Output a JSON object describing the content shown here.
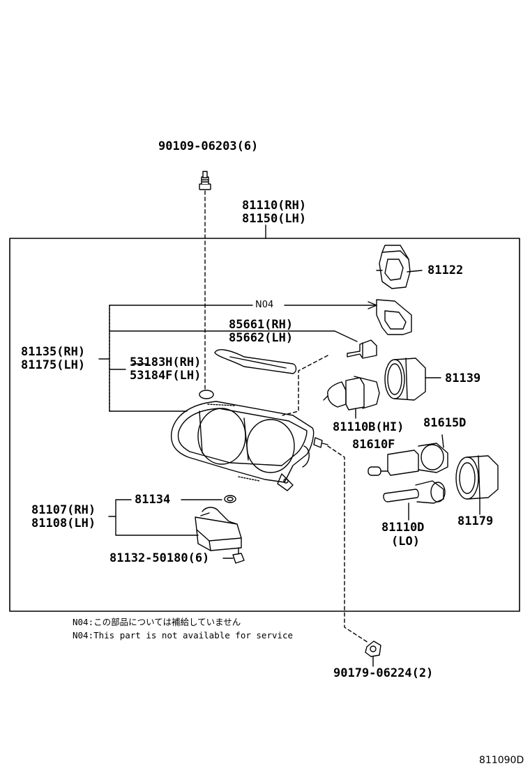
{
  "parts": {
    "bolt_top": "90109-06203(6)",
    "unit_rh": "81110(RH)",
    "unit_lh": "81150(LH)",
    "bracket": "81122",
    "n04_tag": "N04",
    "socket_rh": "85661(RH)",
    "socket_lh": "85662(LH)",
    "sub_rh": "81135(RH)",
    "sub_lh": "81175(LH)",
    "gasket_rh": "53183H(RH)",
    "gasket_lh": "53184F(LH)",
    "cap_hi": "81139",
    "bulb_hi": "81110B(HI)",
    "lamp_615": "81615D",
    "lamp_610": "81610F",
    "ballast_rh": "81107(RH)",
    "ballast_lh": "81108(LH)",
    "ballast_part": "81134",
    "bulb_lo": "81110D",
    "bulb_lo_tag": "(LO)",
    "cap_lo": "81179",
    "screw": "81132-50180(6)",
    "nut_bottom": "90179-06224(2)"
  },
  "notes": {
    "jp": "N04:この部品については補給していません",
    "en": "N04:This part is not available for service"
  },
  "figure_id": "811090D"
}
